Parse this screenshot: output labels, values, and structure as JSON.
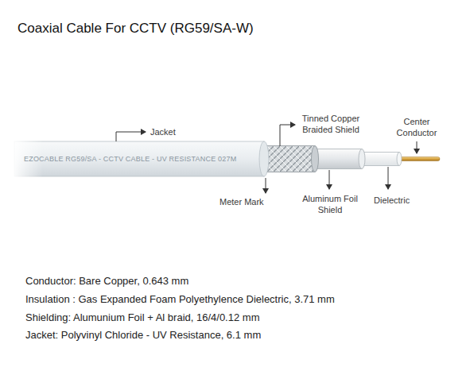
{
  "diagram": {
    "title": "Coaxial Cable For CCTV (RG59/SA-W)",
    "labels": [
      "Jacket",
      "Tinned Copper Braided Shield",
      "Center Conductor",
      "Meter Mark",
      "Aluminum Foil Shield",
      "Dielectric",
      "EZOCABLE RG59/SA - CCTV CABLE - UV RESISTANCE 027M",
      "Conductor: Bare Copper, 0.643 mm",
      "Insulation : Gas Expanded Foam Polyethylence Dielectric, 3.71 mm",
      "Shielding: Alumunium Foil + Al braid, 16/4/0.12 mm",
      "Jacket: Polyvinyl Chloride - UV Resistance, 6.1 mm"
    ]
  }
}
